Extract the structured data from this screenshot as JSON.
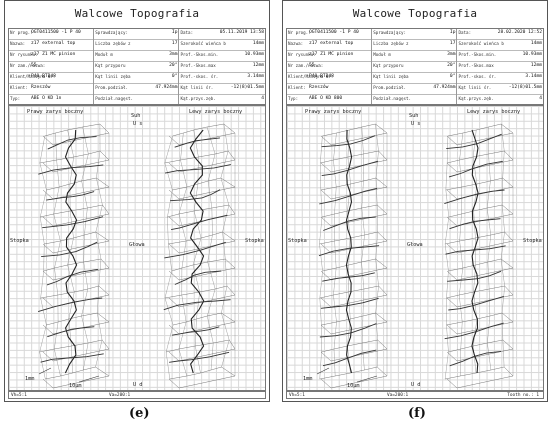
{
  "sheets": [
    {
      "id": "e",
      "title": "Walcowe Topografia",
      "header": {
        "col1": [
          [
            "Nr prog.:",
            "OGT0411500 -1   P 40"
          ],
          [
            "Nazwa:",
            "z17 external top"
          ],
          [
            "Nr rysunku:",
            "z17 Z1 MC pinion"
          ],
          [
            "Nr zam./nazwa:",
            "55"
          ],
          [
            "Klient/Maszyna Nr:",
            "P40 BT248"
          ],
          [
            "Klient:",
            "Rzeszów"
          ],
          [
            "Typ:",
            "ABE O KD 1n"
          ]
        ],
        "col2": [
          [
            "Sprawdzający:",
            "Ip"
          ],
          [
            "Liczba zębów z",
            "17"
          ],
          [
            "Moduł m",
            "3mm"
          ],
          [
            "Kąt przyporu",
            "20°"
          ],
          [
            "Kąt linii zęba",
            "0°"
          ],
          [
            "Prom.podział.",
            "47.924mm"
          ],
          [
            "Podział.nagęst.",
            ""
          ]
        ],
        "col3": [
          [
            "Data:",
            "05.11.2019 13:58"
          ],
          [
            "Szerokość wieńca b",
            "14mm"
          ],
          [
            "Prof.-Skos.min.",
            "10.93mm"
          ],
          [
            "Prof.-Skos.max",
            "12mm"
          ],
          [
            "Prof.-skos. śr.",
            "3.14mm"
          ],
          [
            "Kąt linii śr.",
            "-12(8)01.5mm"
          ],
          [
            "Kąt.przys.zęb.",
            "4"
          ]
        ]
      },
      "labels": {
        "right_flank": "Prawy zarys boczny",
        "left_flank": "Lewy zarys boczny",
        "top_center_1": "Suh",
        "top_center_2": "U s",
        "left_side": "Stopka",
        "center_side": "Głowa",
        "right_side": "Stopka",
        "scale_1": "1mm",
        "scale_2": "10µm",
        "bottom_center": "U d"
      },
      "footer": {
        "left": "Vh=5:1",
        "center": "Va=200:1",
        "right": ""
      },
      "caption": "(e)"
    },
    {
      "id": "f",
      "title": "Walcowe Topografia",
      "header": {
        "col1": [
          [
            "Nr prog.:",
            "OGT0411500 -1   P 40"
          ],
          [
            "Nazwa:",
            "z17 external top"
          ],
          [
            "Nr rysunku:",
            "z17 Z1 MC pinion"
          ],
          [
            "Nr zam./nazwa:",
            "55"
          ],
          [
            "Klient/Maszyna Nr:",
            "P40 BT248"
          ],
          [
            "Klient:",
            "Rzeszów"
          ],
          [
            "Typ:",
            "ABE O KD 800"
          ]
        ],
        "col2": [
          [
            "Sprawdzający:",
            "Ip"
          ],
          [
            "Liczba zębów z",
            "17"
          ],
          [
            "Moduł m",
            "3mm"
          ],
          [
            "Kąt przyporu",
            "20°"
          ],
          [
            "Kąt linii zęba",
            "0°"
          ],
          [
            "Prom.podział.",
            "47.924mm"
          ],
          [
            "Podział.nagęst.",
            ""
          ]
        ],
        "col3": [
          [
            "Data:",
            "28.02.2020 12:52"
          ],
          [
            "Szerokość wieńca b",
            "14mm"
          ],
          [
            "Prof.-Skos.min.",
            "10.93mm"
          ],
          [
            "Prof.-Skos.max",
            "12mm"
          ],
          [
            "Prof.-skos. śr.",
            "3.14mm"
          ],
          [
            "Kąt linii śr.",
            "-12(8)01.5mm"
          ],
          [
            "Kąt.przys.zęb.",
            "4"
          ]
        ]
      },
      "labels": {
        "right_flank": "Prawy zarys boczny",
        "left_flank": "Lewy zarys boczny",
        "top_center_1": "Suh",
        "top_center_2": "U s",
        "left_side": "Stopka",
        "center_side": "Głowa",
        "right_side": "Stopka",
        "scale_1": "1mm",
        "scale_2": "10µm",
        "bottom_center": "U d"
      },
      "footer": {
        "left": "Vh=5:1",
        "center": "Va=200:1",
        "right": "Tooth no.: 1"
      },
      "caption": "(f)"
    }
  ]
}
